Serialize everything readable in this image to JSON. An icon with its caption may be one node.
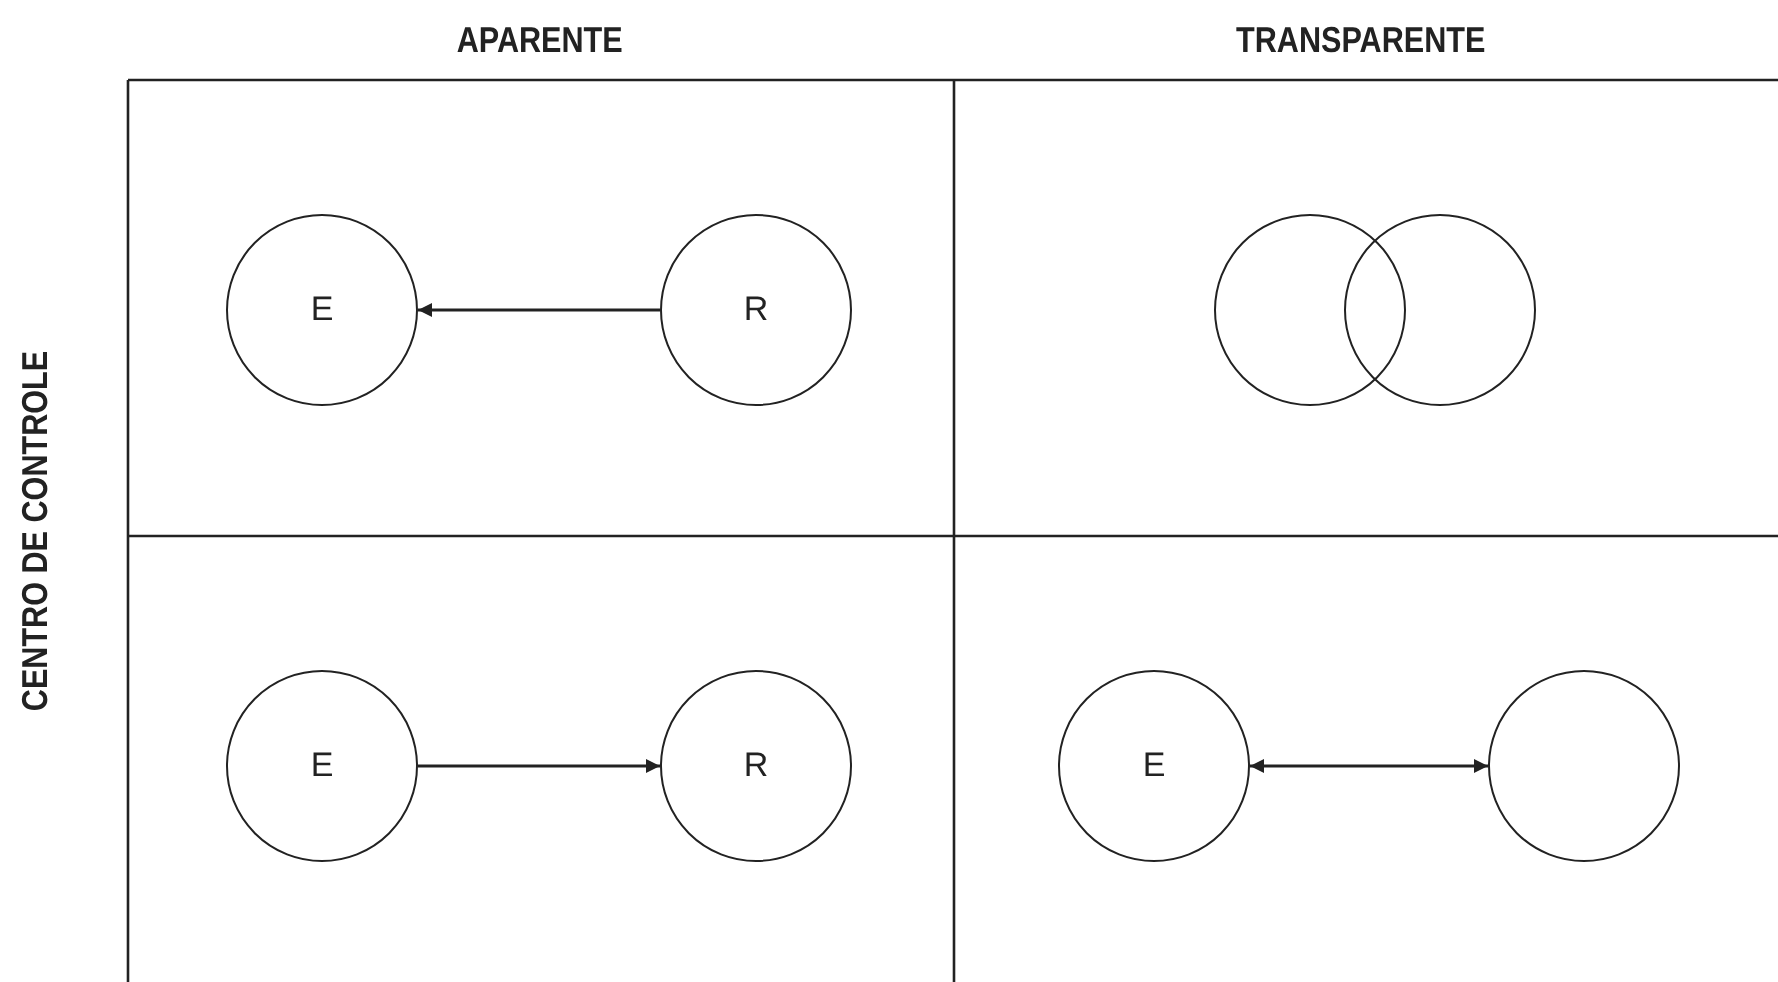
{
  "diagram": {
    "nodes": [
      {
        "text": [
          "E"
        ]
      },
      {
        "text": [
          "R"
        ]
      },
      {
        "text": [],
        "shape": "circle"
      },
      {
        "text": [],
        "shape": "circle"
      },
      {
        "text": [
          "E"
        ]
      },
      {
        "text": [
          "R"
        ]
      },
      {
        "text": [
          "E"
        ]
      },
      {
        "text": [],
        "shape": "circle"
      }
    ],
    "edges": [
      {
        "from": 1,
        "to": 0,
        "arrow": "to"
      },
      {
        "from": 4,
        "to": 5,
        "arrow": "to"
      },
      {
        "from": 6,
        "to": 7,
        "arrow": "both"
      }
    ],
    "labels": [
      "APARENTE",
      "TRANSPARENTE",
      "CENTRO DE CONTROLE"
    ]
  }
}
